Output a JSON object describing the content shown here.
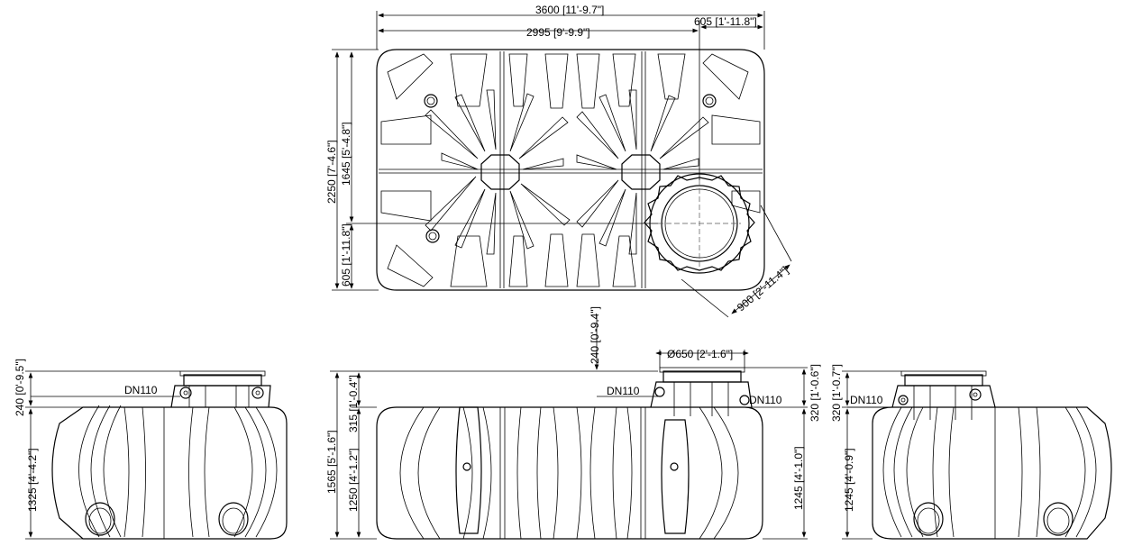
{
  "top_view": {
    "dim_length": "3600 [11'-9.7\"]",
    "dim_offset_right": "605 [1'-11.8\"]",
    "dim_inner_length": "2995 [9'-9.9\"]",
    "dim_width": "2250 [7'-4.6\"]",
    "dim_inner_width": "1645 [5'-4.8\"]",
    "dim_offset_bottom": "605 [1'-11.8\"]",
    "dim_diagonal": "900 [2'-11.4\"]"
  },
  "left_view": {
    "label_inlet": "DN110",
    "dim_neck": "240 [0'-9.5\"]",
    "dim_body": "1325 [4'-4.2\"]"
  },
  "front_view": {
    "dim_dome_height": "240 [0'-9.4\"]",
    "dim_opening": "Ø650 [2'-1.6\"]",
    "label_inlet_left": "DN110",
    "label_inlet_right": "DN110",
    "dim_total": "1565 [5'-1.6\"]",
    "dim_neck_left": "315 [1'-0.4\"]",
    "dim_body_left": "1250 [4'-1.2\"]",
    "dim_neck_right": "320 [1'-0.6\"]",
    "dim_body_right": "1245 [4'-1.0\"]"
  },
  "right_view": {
    "label_inlet": "DN110",
    "dim_neck": "320 [1'-0.7\"]",
    "dim_body": "1245 [4'-0.9\"]"
  }
}
